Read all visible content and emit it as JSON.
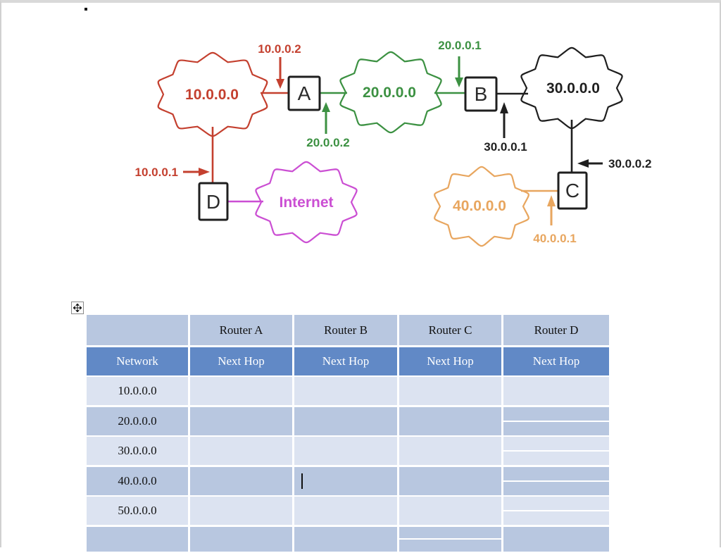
{
  "colors": {
    "red": "#c4402f",
    "green": "#3c9142",
    "black": "#1f1f1f",
    "orange": "#e8a65f",
    "magenta": "#cb4fd3",
    "table_header_light": "#b8c7e0",
    "table_header_blue": "#6189c6",
    "table_row_light": "#dce3f1",
    "table_row_dark": "#b8c7e0"
  },
  "diagram": {
    "clouds": [
      {
        "label": "10.0.0.0",
        "color": "#c4402f"
      },
      {
        "label": "20.0.0.0",
        "color": "#3c9142"
      },
      {
        "label": "30.0.0.0",
        "color": "#1f1f1f"
      },
      {
        "label": "Internet",
        "color": "#cb4fd3"
      },
      {
        "label": "40.0.0.0",
        "color": "#e8a65f"
      }
    ],
    "routers": [
      {
        "label": "A"
      },
      {
        "label": "B"
      },
      {
        "label": "C"
      },
      {
        "label": "D"
      }
    ],
    "links": [
      {
        "from": "10.0.0.0",
        "to": "A",
        "color": "#c4402f"
      },
      {
        "from": "10.0.0.0",
        "to": "D",
        "color": "#c4402f"
      },
      {
        "from": "A",
        "to": "20.0.0.0",
        "color": "#3c9142"
      },
      {
        "from": "20.0.0.0",
        "to": "B",
        "color": "#3c9142"
      },
      {
        "from": "B",
        "to": "30.0.0.0",
        "color": "#1f1f1f"
      },
      {
        "from": "30.0.0.0",
        "to": "C",
        "color": "#1f1f1f"
      },
      {
        "from": "40.0.0.0",
        "to": "C",
        "color": "#e8a65f"
      },
      {
        "from": "D",
        "to": "Internet",
        "color": "#cb4fd3"
      }
    ],
    "ip_labels": [
      {
        "label": "10.0.0.2",
        "color": "#c4402f"
      },
      {
        "label": "20.0.0.2",
        "color": "#3c9142"
      },
      {
        "label": "20.0.0.1",
        "color": "#3c9142"
      },
      {
        "label": "30.0.0.1",
        "color": "#1f1f1f"
      },
      {
        "label": "30.0.0.2",
        "color": "#1f1f1f"
      },
      {
        "label": "10.0.0.1",
        "color": "#c4402f"
      },
      {
        "label": "40.0.0.1",
        "color": "#e8a65f"
      }
    ]
  },
  "table": {
    "corner": "",
    "columns": [
      "Router A",
      "Router B",
      "Router C",
      "Router D"
    ],
    "row_header_label": "Network",
    "next_hop_label": "Next Hop",
    "networks": [
      "10.0.0.0",
      "20.0.0.0",
      "30.0.0.0",
      "40.0.0.0",
      "50.0.0.0"
    ],
    "empty_cell": ""
  }
}
